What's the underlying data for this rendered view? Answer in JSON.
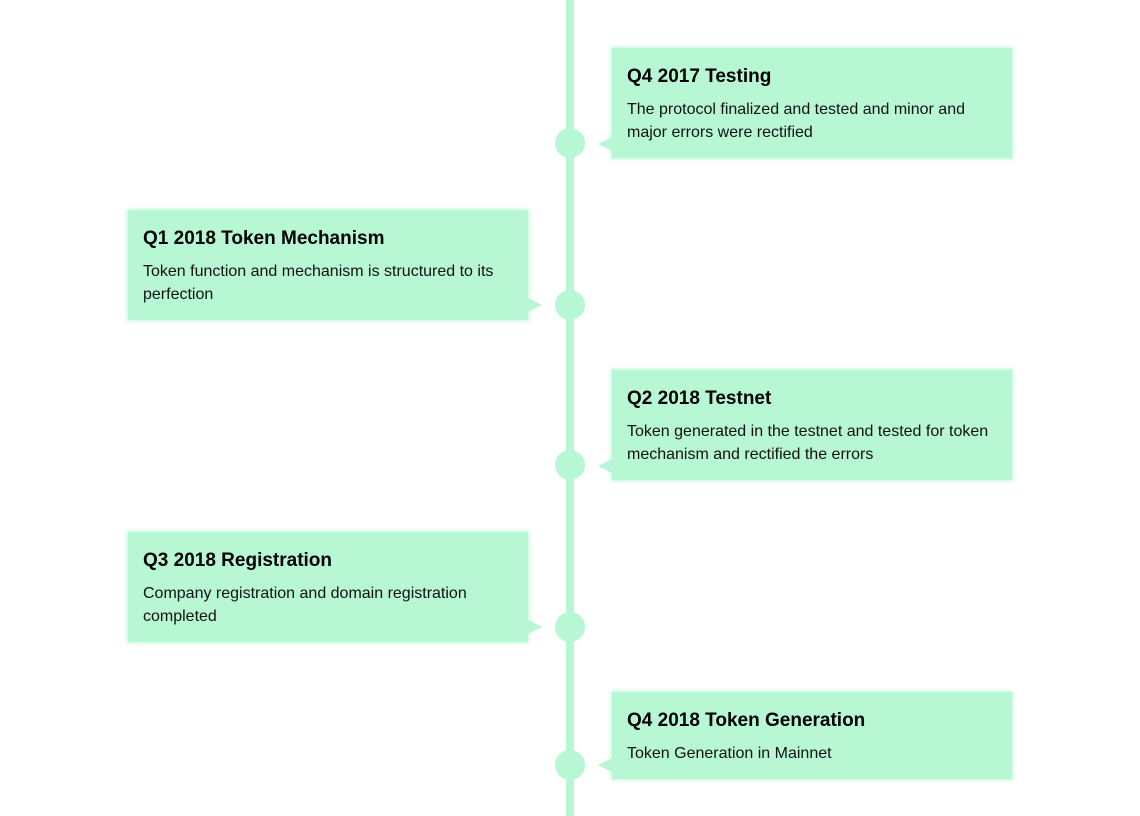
{
  "timeline": {
    "accent_color": "#b7f7d4",
    "events": [
      {
        "title": "Q4 2017 Testing",
        "description": "The protocol finalized and tested and minor and major errors were rectified"
      },
      {
        "title": "Q1 2018 Token Mechanism",
        "description": "Token function and mechanism is structured to its perfection"
      },
      {
        "title": "Q2 2018 Testnet",
        "description": "Token generated in the testnet and tested for token mechanism and rectified the errors"
      },
      {
        "title": "Q3 2018 Registration",
        "description": "Company registration and domain registration completed"
      },
      {
        "title": "Q4 2018 Token Generation",
        "description": "Token Generation in Mainnet"
      }
    ]
  }
}
